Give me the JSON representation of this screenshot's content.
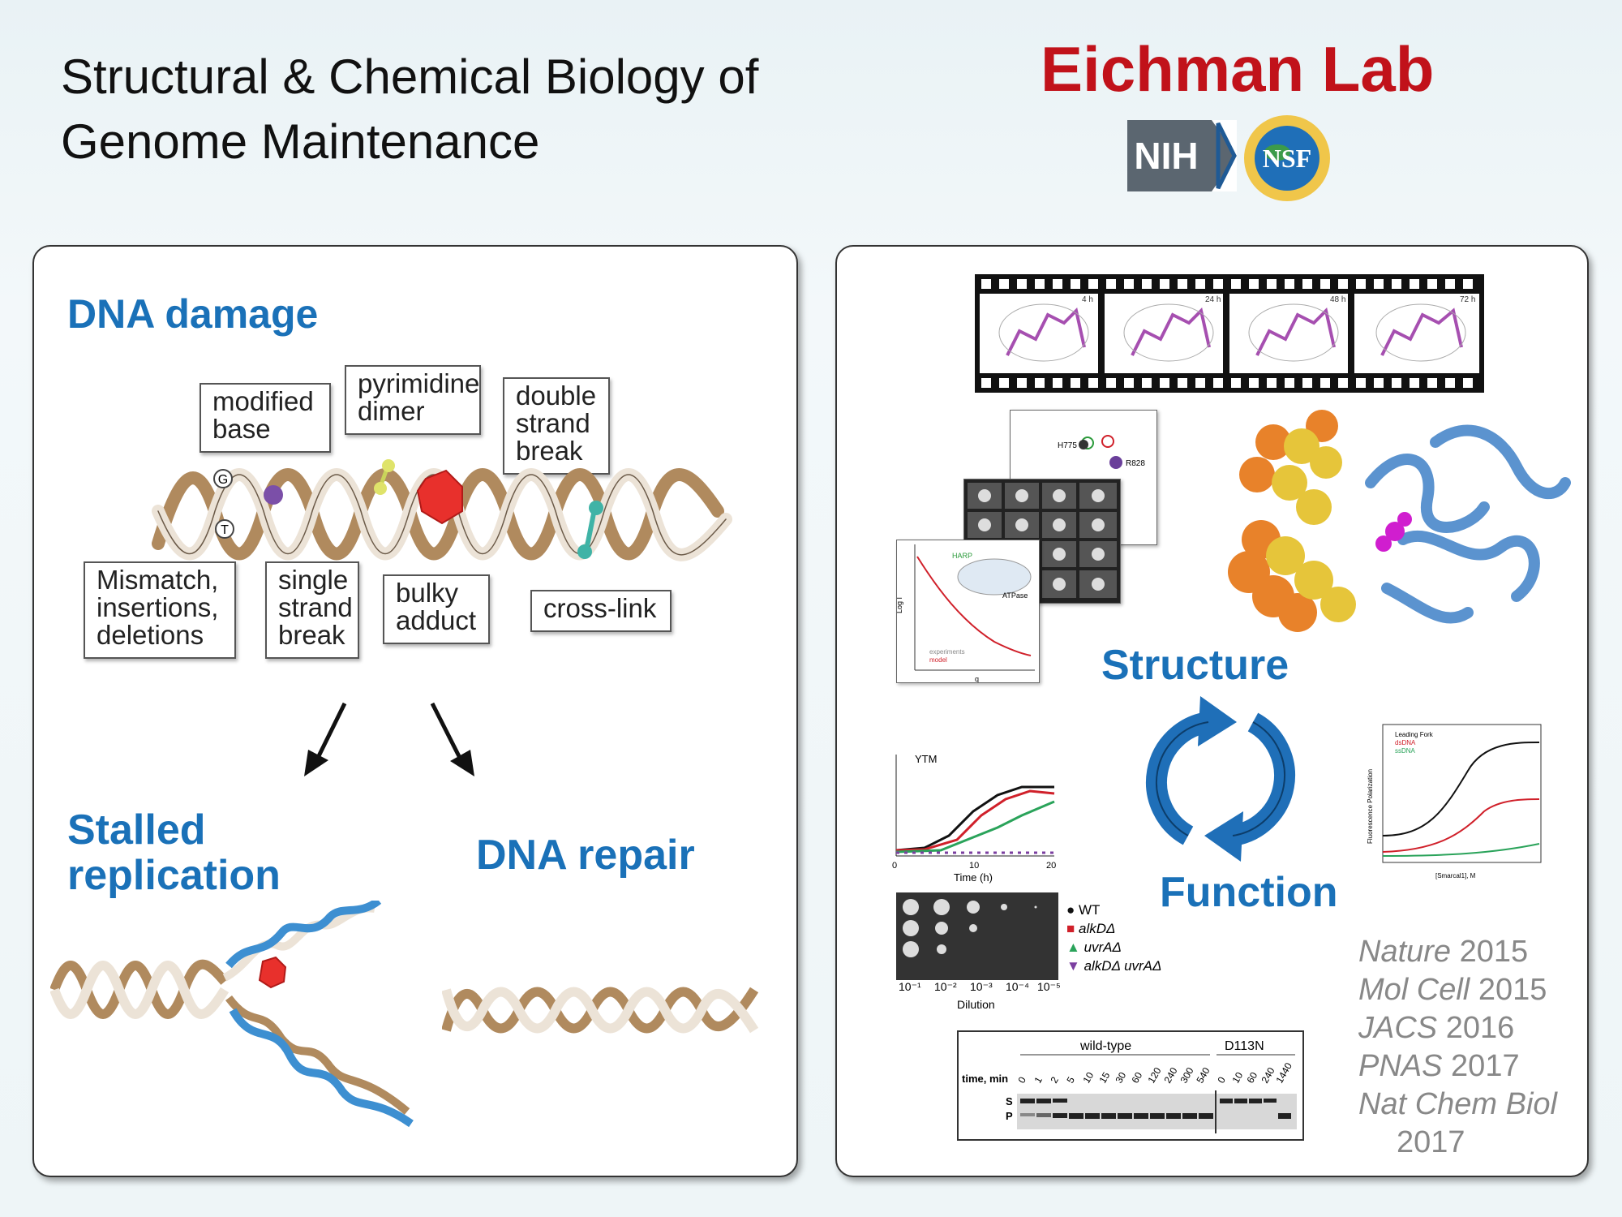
{
  "header": {
    "title_line1": "Structural & Chemical Biology of",
    "title_line2": "Genome Maintenance",
    "lab_name": "Eichman Lab",
    "logos": {
      "nih": "NIH",
      "nsf": "NSF"
    }
  },
  "left": {
    "heading": "DNA damage",
    "labels": {
      "modified_base": "modified\nbase",
      "pyrimidine_dimer": "pyrimidine\ndimer",
      "double_strand_break": "double\nstrand\nbreak",
      "mismatch": "Mismatch,\ninsertions,\ndeletions",
      "single_strand_break": "single\nstrand\nbreak",
      "bulky_adduct": "bulky\nadduct",
      "cross_link": "cross-link"
    },
    "base_g": "G",
    "base_t": "T",
    "stalled_line1": "Stalled",
    "stalled_line2": "replication",
    "dna_repair": "DNA repair"
  },
  "right": {
    "film_times": [
      "4 h",
      "24 h",
      "48 h",
      "72 h"
    ],
    "nmr_labels": [
      "H775",
      "R828"
    ],
    "saxs": {
      "harp": "HARP",
      "atpase": "ATPase",
      "legend_exp": "experiments",
      "legend_model": "model",
      "xlabel": "q",
      "ylabel": "Log I"
    },
    "structure": "Structure",
    "function": "Function",
    "ytm": {
      "title": "YTM",
      "xlabel": "Time (h)",
      "ticks": [
        "0",
        "10",
        "20"
      ]
    },
    "dilution": {
      "xlabel": "Dilution",
      "ticks": [
        "10⁻¹",
        "10⁻²",
        "10⁻³",
        "10⁻⁴",
        "10⁻⁵"
      ],
      "legend": [
        "WT",
        "alkDΔ",
        "uvrAΔ",
        "alkDΔ uvrAΔ"
      ]
    },
    "fp": {
      "legend": [
        "Leading Fork",
        "dsDNA",
        "ssDNA"
      ],
      "ylabel": "Fluorescence Polarization",
      "xlabel": "[Smarcal1], M"
    },
    "gel": {
      "group_wt": "wild-type",
      "group_mut": "D113N",
      "time_label": "time, min",
      "wt_times": [
        "0",
        "1",
        "2",
        "5",
        "10",
        "15",
        "30",
        "60",
        "120",
        "240",
        "300",
        "540"
      ],
      "mut_times": [
        "0",
        "10",
        "60",
        "240",
        "1440"
      ],
      "row_s": "S",
      "row_p": "P"
    },
    "citations": [
      {
        "journal": "Nature",
        "year": "2015"
      },
      {
        "journal": "Mol Cell",
        "year": "2015"
      },
      {
        "journal": "JACS",
        "year": "2016"
      },
      {
        "journal": "PNAS",
        "year": "2017"
      },
      {
        "journal": "Nat Chem Biol",
        "year": "2017"
      }
    ]
  },
  "colors": {
    "blue": "#1a71b8",
    "red": "#c1121a",
    "dna_tan": "#b08a5e",
    "dna_blue": "#3d8fd1"
  }
}
